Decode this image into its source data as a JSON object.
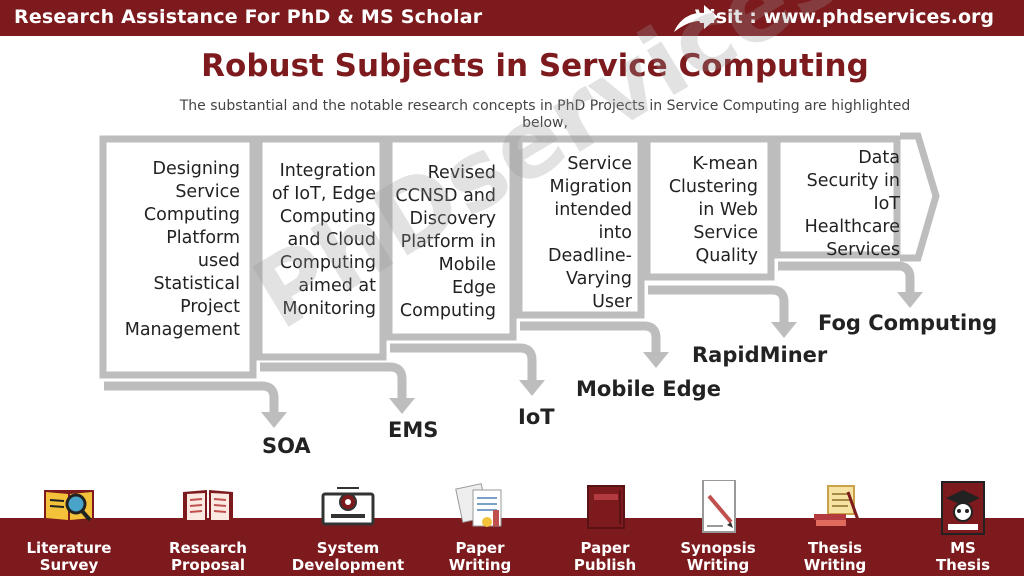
{
  "header": {
    "brand": "Research Assistance For PhD & MS Scholar",
    "visit": "Visit : www.phdservices.org"
  },
  "title": "Robust Subjects in Service Computing",
  "subtitle": "The substantial and the notable research concepts in PhD Projects in Service Computing are highlighted below,",
  "watermark": "PhDservices.org",
  "cards": [
    {
      "lines": [
        "Designing",
        "Service",
        "Computing",
        "Platform",
        "used",
        "Statistical",
        "Project",
        "Management"
      ],
      "result": "SOA"
    },
    {
      "lines": [
        "Integration",
        "of IoT, Edge",
        "Computing",
        "and Cloud",
        "Computing",
        "aimed at",
        "Monitoring"
      ],
      "result": "EMS"
    },
    {
      "lines": [
        "Revised",
        "CCNSD and",
        "Discovery",
        "Platform in",
        "Mobile",
        "Edge",
        "Computing"
      ],
      "result": "IoT"
    },
    {
      "lines": [
        "Service",
        "Migration",
        "intended",
        "into",
        "Deadline-",
        "Varying",
        "User"
      ],
      "result": "Mobile Edge"
    },
    {
      "lines": [
        "K-mean",
        "Clustering",
        "in Web",
        "Service",
        "Quality"
      ],
      "result": "RapidMiner"
    },
    {
      "lines": [
        "Data",
        "Security in",
        "IoT",
        "Healthcare",
        "Services"
      ],
      "result": "Fog Computing"
    }
  ],
  "services": [
    {
      "label": "Literature Survey",
      "line1": "Literature",
      "line2": "Survey",
      "icon": "book-magnifier-icon"
    },
    {
      "label": "Research Proposal",
      "line1": "Research",
      "line2": "Proposal",
      "icon": "open-book-icon"
    },
    {
      "label": "System Development",
      "line1": "System",
      "line2": "Development",
      "icon": "computer-gear-icon"
    },
    {
      "label": "Paper Writing",
      "line1": "Paper",
      "line2": "Writing",
      "icon": "papers-icon"
    },
    {
      "label": "Paper Publish",
      "line1": "Paper",
      "line2": "Publish",
      "icon": "journal-icon"
    },
    {
      "label": "Synopsis Writing",
      "line1": "Synopsis",
      "line2": "Writing",
      "icon": "paper-pen-icon"
    },
    {
      "label": "Thesis Writing",
      "line1": "Thesis",
      "line2": "Writing",
      "icon": "scroll-books-icon"
    },
    {
      "label": "MS Thesis",
      "line1": "MS",
      "line2": "Thesis",
      "icon": "graduate-icon"
    }
  ],
  "colors": {
    "brand": "#7d1a1d",
    "frame": "#bdbdbd",
    "frame_dark": "#9e9e9e"
  }
}
